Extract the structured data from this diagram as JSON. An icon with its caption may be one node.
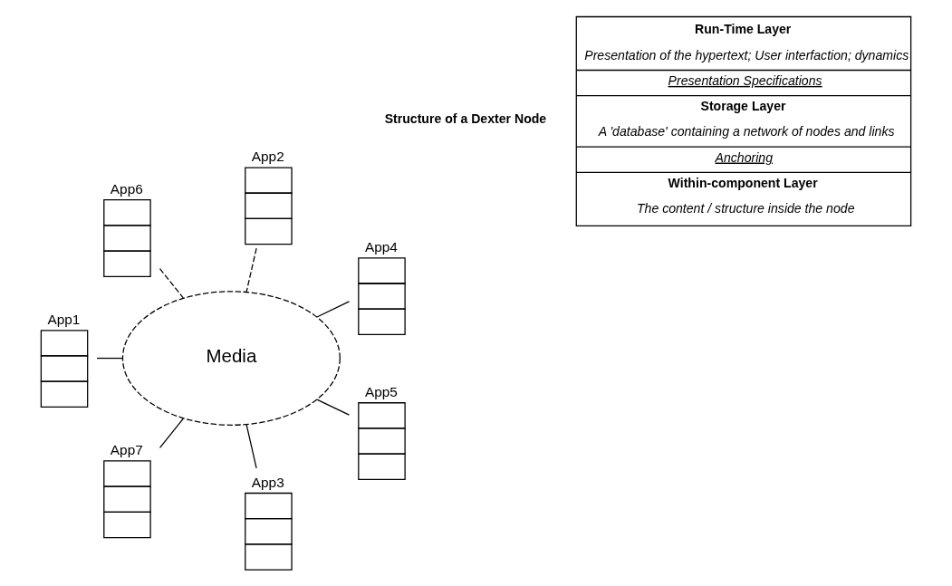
{
  "diagram": {
    "nodes": [
      {
        "text": [
          "App4"
        ]
      },
      {
        "text": [
          "App2"
        ]
      },
      {
        "text": [
          "App6"
        ]
      },
      {
        "text": [
          "App1"
        ]
      },
      {
        "text": [
          "Media"
        ]
      },
      {
        "text": [
          "App7"
        ]
      },
      {
        "text": [
          "App3"
        ]
      },
      {
        "text": [
          "App5"
        ]
      },
      {
        "text": [
          "Run-Time Layer",
          "Presentation of the hypertext; User interfaction; dynamics",
          "Presentation Specifications",
          "Storage Layer",
          "A 'database' containing a network of nodes and links",
          "Anchoring",
          "Within-component Layer",
          "The content / structure inside the node"
        ],
        "beside": [
          "Structure of a Dexter Node"
        ]
      }
    ],
    "edges": [
      {
        "from": 0,
        "to": 4,
        "arrow": "none"
      },
      {
        "from": 1,
        "to": 4,
        "arrow": "none",
        "style": "dashed"
      },
      {
        "from": 2,
        "to": 4,
        "arrow": "none",
        "style": "dashed"
      },
      {
        "from": 3,
        "to": 4,
        "arrow": "none"
      },
      {
        "from": 5,
        "to": 4,
        "arrow": "none"
      },
      {
        "from": 6,
        "to": 4,
        "arrow": "none"
      },
      {
        "from": 7,
        "to": 4,
        "arrow": "none"
      }
    ]
  }
}
